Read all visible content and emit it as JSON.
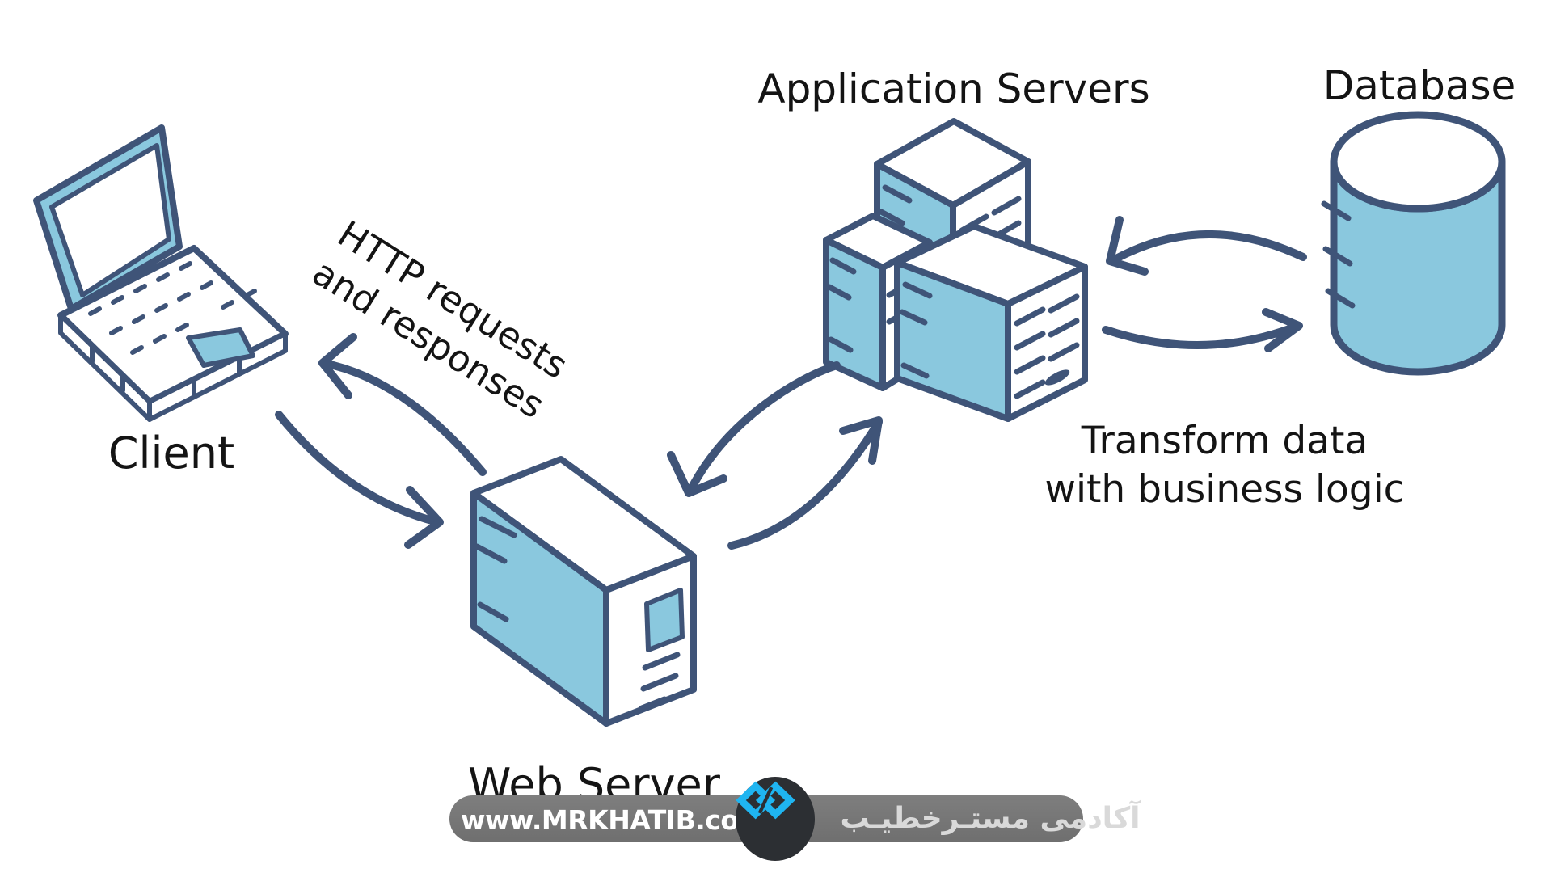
{
  "palette": {
    "navy": "#3f5478",
    "blue": "#8ac8de",
    "ink": "#141414",
    "banner_gray": "#7e7e7e",
    "banner_gray_dark": "#6f6f6f",
    "circle_dark": "#2c2f33",
    "logo_cyan": "#1fb5f1",
    "footer_text": "#ffffff",
    "footer_text_dim": "#d9d9d9"
  },
  "diagram": {
    "client": {
      "label": "Client",
      "icon": "laptop-icon"
    },
    "web_server": {
      "label": "Web Server",
      "icon": "server-tower-icon"
    },
    "app_servers": {
      "label": "Application Servers",
      "icon": "server-stack-icon"
    },
    "database": {
      "label": "Database",
      "icon": "database-cylinder-icon"
    },
    "annotations": {
      "http": "HTTP requests\nand responses",
      "transform": "Transform data\nwith business logic"
    }
  },
  "footer": {
    "url": "www.MRKHATIB.com",
    "brand": "آکادمی مستـرخطیـب"
  }
}
